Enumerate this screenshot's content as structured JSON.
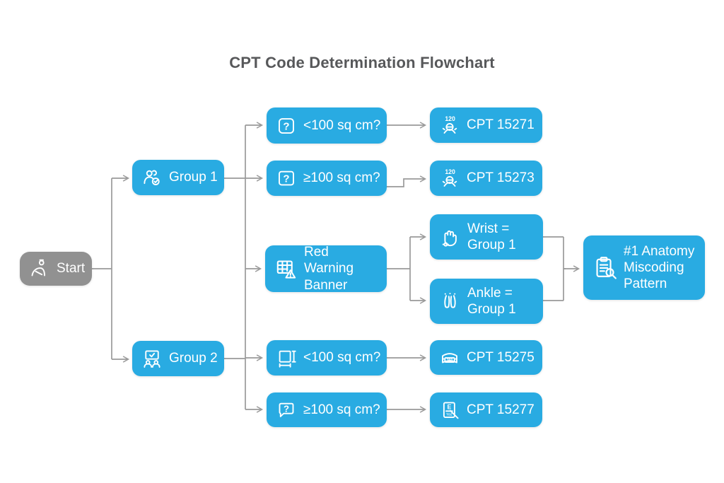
{
  "title": "CPT Code Determination Flowchart",
  "colors": {
    "node_blue": "#29abe2",
    "node_gray": "#919191",
    "connector_gray": "#9a9a9a",
    "title_text": "#57585a",
    "node_text": "#ffffff",
    "background": "#ffffff"
  },
  "nodes": {
    "start": {
      "label": "Start",
      "icon": "person-bowing-icon"
    },
    "group1": {
      "label": "Group 1",
      "icon": "users-check-icon"
    },
    "group2": {
      "label": "Group 2",
      "icon": "team-board-check-icon"
    },
    "g1_lt100": {
      "label": "<100 sq cm?",
      "icon": "question-square-icon"
    },
    "g1_ge100": {
      "label": "≥100 sq cm?",
      "icon": "question-square-icon"
    },
    "red_warning": {
      "label": "Red Warning Banner",
      "icon": "grid-warning-icon"
    },
    "wrist": {
      "label": "Wrist = Group 1",
      "icon": "hand-wrist-icon"
    },
    "ankle": {
      "label": "Ankle = Group 1",
      "icon": "legs-ankle-icon"
    },
    "g2_lt100": {
      "label": "<100 sq cm?",
      "icon": "measure-square-icon"
    },
    "g2_ge100": {
      "label": "≥100 sq cm?",
      "icon": "question-bubble-icon"
    },
    "cpt15271": {
      "label": "CPT 15271",
      "icon": "timer-120-icon"
    },
    "cpt15273": {
      "label": "CPT 15273",
      "icon": "timer-120-icon"
    },
    "cpt15275": {
      "label": "CPT 15275",
      "icon": "banner-360-icon"
    },
    "cpt15277": {
      "label": "CPT 15277",
      "icon": "eye-chart-icon"
    },
    "anatomy": {
      "label": "#1 Anatomy Miscoding Pattern",
      "icon": "clipboard-search-icon"
    }
  },
  "edges": [
    [
      "start",
      "group1"
    ],
    [
      "start",
      "group2"
    ],
    [
      "group1",
      "g1_lt100"
    ],
    [
      "group1",
      "g1_ge100"
    ],
    [
      "group1",
      "red_warning"
    ],
    [
      "group2",
      "g2_lt100"
    ],
    [
      "group2",
      "g2_ge100"
    ],
    [
      "g1_lt100",
      "cpt15271"
    ],
    [
      "g1_ge100",
      "cpt15273"
    ],
    [
      "red_warning",
      "wrist"
    ],
    [
      "red_warning",
      "ankle"
    ],
    [
      "wrist",
      "anatomy"
    ],
    [
      "ankle",
      "anatomy"
    ],
    [
      "g2_lt100",
      "cpt15275"
    ],
    [
      "g2_ge100",
      "cpt15277"
    ]
  ]
}
